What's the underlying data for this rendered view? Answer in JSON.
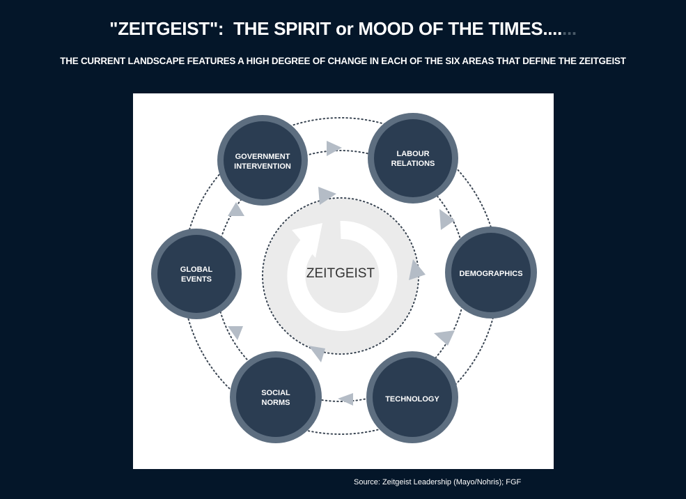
{
  "header": {
    "title_main": "\"ZEITGEIST\":  THE SPIRIT or MOOD OF THE TIMES....",
    "title_trail": "...",
    "subtitle": "THE CURRENT LANDSCAPE FEATURES A HIGH DEGREE OF CHANGE IN EACH OF THE SIX AREAS THAT DEFINE THE ZEITGEIST"
  },
  "diagram": {
    "center_label": "ZEITGEIST",
    "nodes": [
      {
        "id": "government-intervention",
        "lines": [
          "GOVERNMENT",
          "INTERVENTION"
        ]
      },
      {
        "id": "labour-relations",
        "lines": [
          "LABOUR",
          "RELATIONS"
        ]
      },
      {
        "id": "demographics",
        "lines": [
          "DEMOGRAPHICS"
        ]
      },
      {
        "id": "technology",
        "lines": [
          "TECHNOLOGY"
        ]
      },
      {
        "id": "social-norms",
        "lines": [
          "SOCIAL",
          "NORMS"
        ]
      },
      {
        "id": "global-events",
        "lines": [
          "GLOBAL",
          "EVENTS"
        ]
      }
    ],
    "colors": {
      "node_fill": "#2b3d52",
      "node_ring": "#5d6e80",
      "arrow": "#b4bcc6",
      "center_swirl": "#ebebeb",
      "dots": "#3b4653"
    }
  },
  "footer": {
    "source": "Source: Zeitgeist Leadership (Mayo/Nohris); FGF"
  }
}
